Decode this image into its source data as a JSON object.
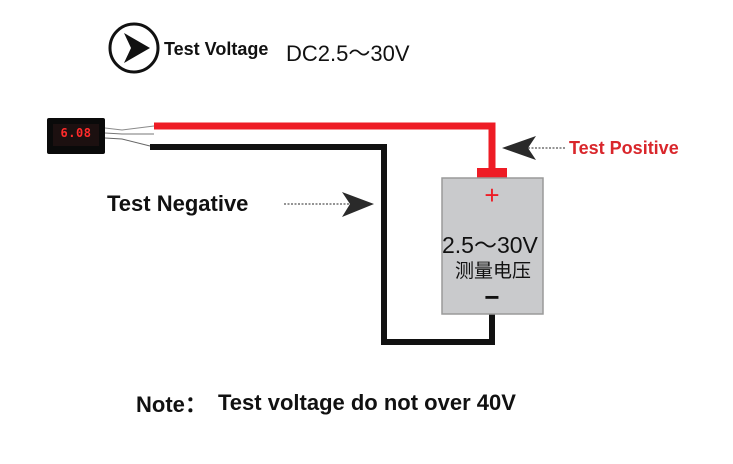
{
  "header": {
    "title_bold": "Test Voltage",
    "title_range": "DC2.5～30V"
  },
  "meter": {
    "reading": "6.08"
  },
  "labels": {
    "test_negative": "Test Negative",
    "test_positive": "Test Positive"
  },
  "battery": {
    "plus_sign": "+",
    "voltage_range": "2.5～30V",
    "caption_cn": "测量电压",
    "minus_sign": "−"
  },
  "note": {
    "heading": "Note：",
    "text": "Test voltage do not over 40V"
  },
  "colors": {
    "positive_wire": "#ee1c25",
    "negative_wire": "#111111",
    "positive_label": "#d9262b",
    "battery_fill": "#c9cacc",
    "meter_digits": "#ff2b2b"
  },
  "icons": {
    "header": "play-arrow-circle-icon",
    "pointers": "arrow-left-icon"
  }
}
